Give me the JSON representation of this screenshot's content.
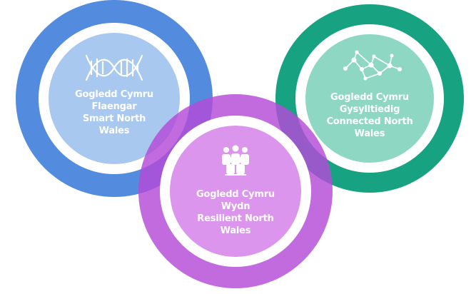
{
  "colors": {
    "blue": "#4a86dc",
    "blue_inner": "#a8c8ef",
    "green": "#17a382",
    "green_inner": "#8ed8c3",
    "purple": "#b44ad8",
    "purple_inner": "#dc95ec",
    "background": "#ffffff"
  },
  "circles": [
    {
      "id": "smart",
      "icon": "dna-icon",
      "lines": [
        "Gogledd Cymru",
        "Flaengar",
        "Smart North",
        "Wales"
      ]
    },
    {
      "id": "connected",
      "icon": "network-icon",
      "lines": [
        "Gogledd Cymru",
        "Gysylltiedig",
        "Connected North",
        "Wales"
      ]
    },
    {
      "id": "resilient",
      "icon": "people-group-icon",
      "lines": [
        "Gogledd Cymru",
        "Wydn",
        "Resilient North",
        "Wales"
      ]
    }
  ]
}
